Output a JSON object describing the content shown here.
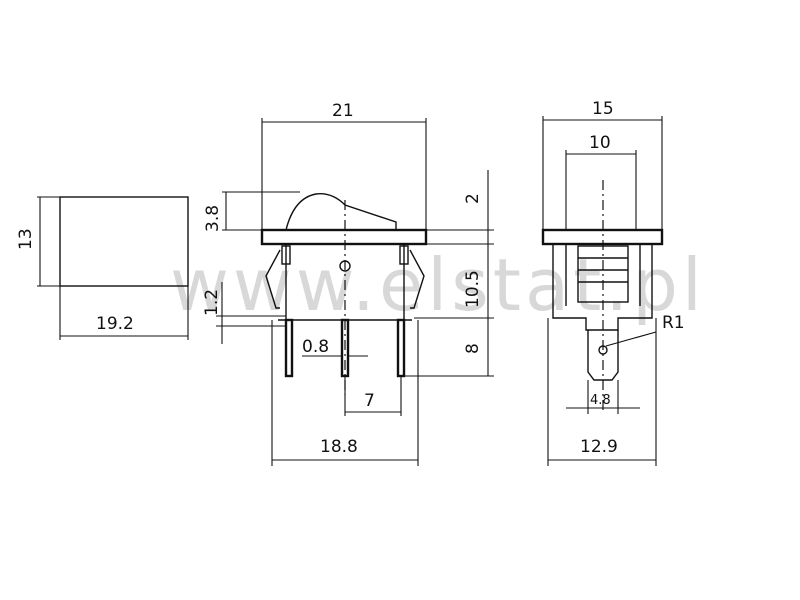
{
  "watermark": "www.elstat.pl",
  "dimensions": {
    "side_height": "13",
    "side_width": "19.2",
    "front_width": "21",
    "rocker_height": "3.8",
    "top_offset": "2",
    "body_height": "10.5",
    "clip_gap": "1.2",
    "pin_height": "8",
    "pin_thickness": "0.8",
    "pin_pitch": "7",
    "front_bottom_width": "18.8",
    "end_width": "15",
    "end_inner_width": "10",
    "hole_radius": "R1",
    "pin_width": "4.8",
    "end_bottom_width": "12.9"
  }
}
